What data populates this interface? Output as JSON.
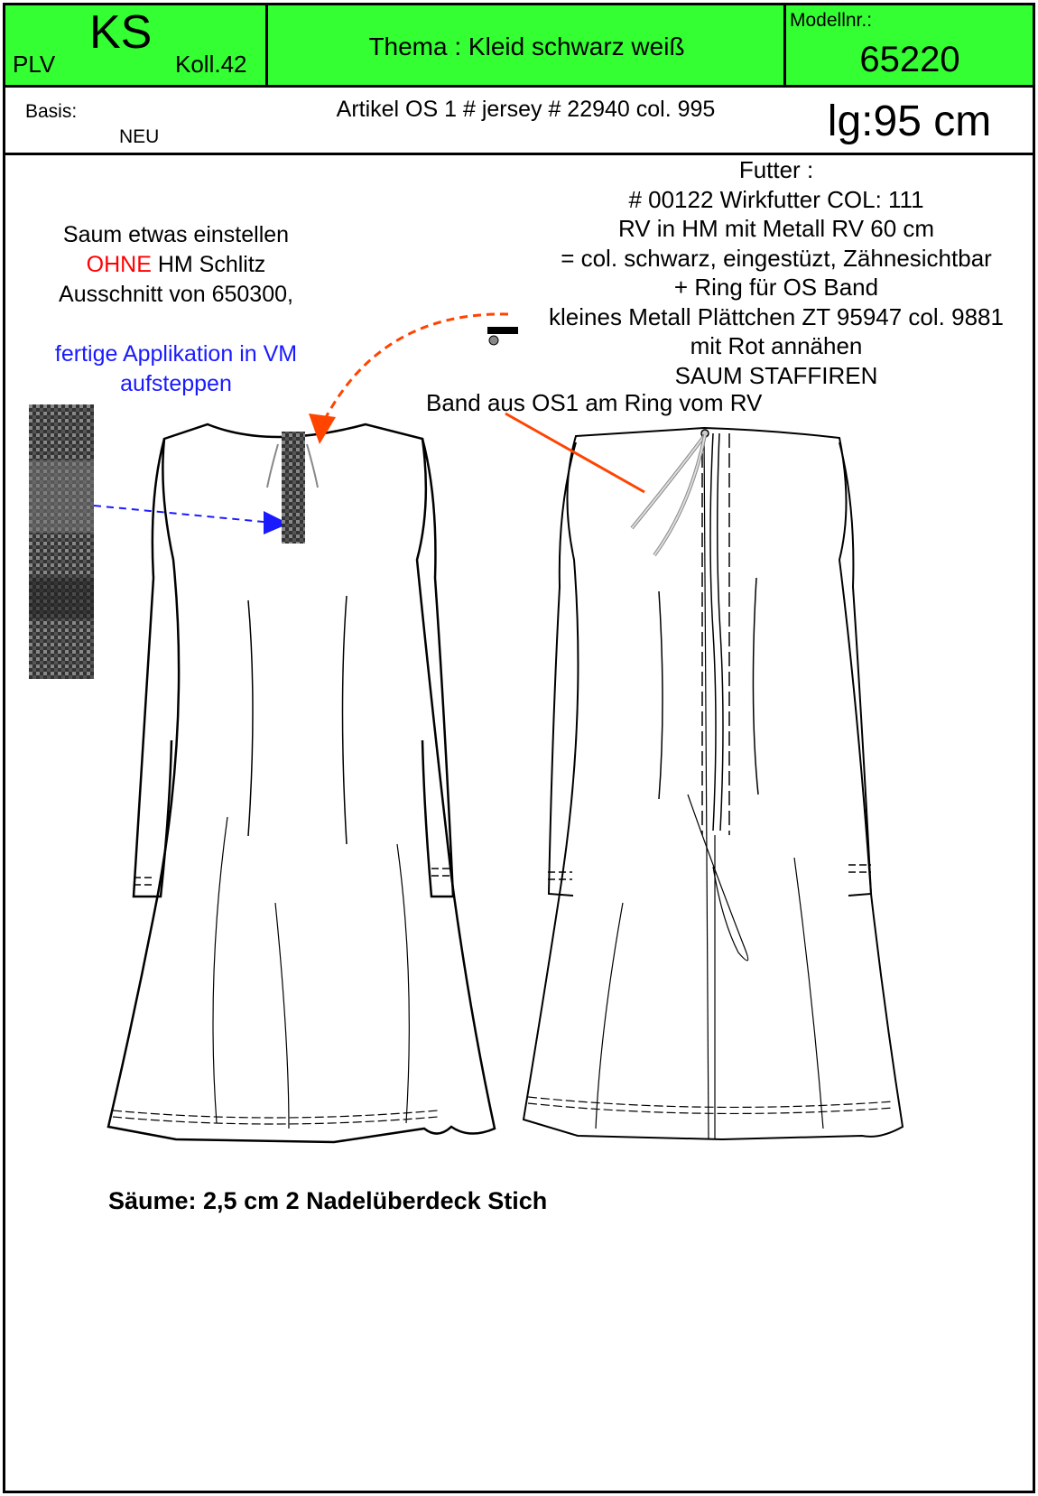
{
  "header": {
    "brand_small": "PLV",
    "brand_big": "KS",
    "collection": "Koll.42",
    "theme": "Thema : Kleid schwarz weiß",
    "model_label": "Modellnr.:",
    "model_number": "65220",
    "basis_label": "Basis:",
    "basis_value": "NEU",
    "article": "Artikel OS 1 # jersey # 22940 col. 995",
    "length": "lg:95 cm"
  },
  "notes_left": {
    "line1": "Saum etwas einstellen",
    "line2_red": "OHNE",
    "line2_rest": " HM Schlitz",
    "line3": "Ausschnitt von 650300,",
    "blue1": "fertige Applikation in VM",
    "blue2": "aufsteppen"
  },
  "notes_right": {
    "lines": [
      "Futter :",
      "# 00122 Wirkfutter COL: 111",
      "RV in HM mit Metall RV 60 cm",
      "= col. schwarz, eingestüzt, Zähnesichtbar",
      "+ Ring für OS Band",
      "kleines Metall Plättchen ZT 95947 col. 9881",
      "mit Rot annähen",
      "SAUM STAFFIREN"
    ],
    "band_note": "Band aus OS1 am Ring vom RV"
  },
  "footer_note": "Säume: 2,5 cm 2 Nadelüberdeck Stich",
  "colors": {
    "header_green": "#33ff33",
    "note_red": "#ff0000",
    "note_blue": "#1a1aff",
    "arrow_orange": "#ff4400"
  }
}
